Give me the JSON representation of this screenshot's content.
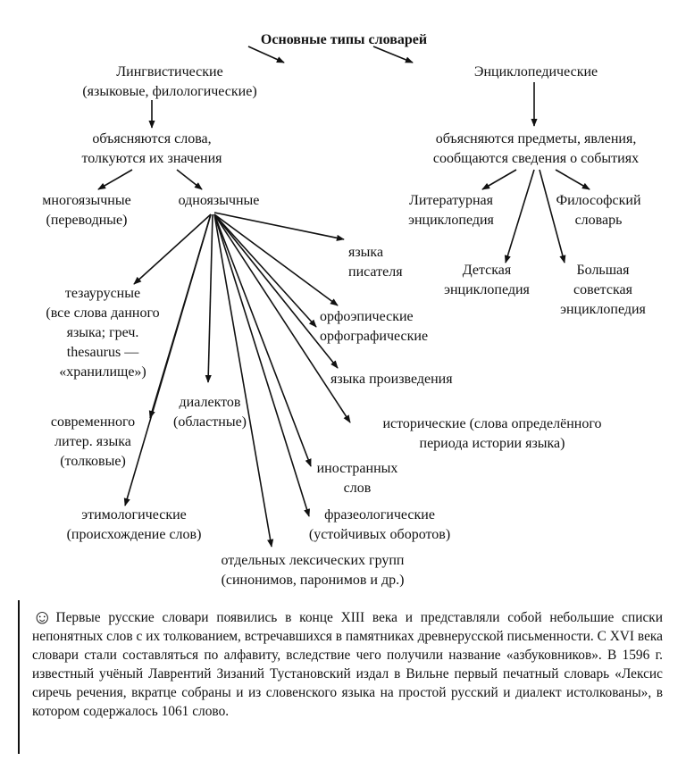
{
  "diagram": {
    "title": "Основные типы словарей",
    "linguistic": {
      "line1": "Лингвистические",
      "line2": "(языковые, филологические)"
    },
    "encyclopedic": {
      "line1": "Энциклопедические"
    },
    "words_explained": {
      "line1": "объясняются слова,",
      "line2": "толкуются их значения"
    },
    "objects_explained": {
      "line1": "объясняются предметы, явления,",
      "line2": "сообщаются сведения о событиях"
    },
    "multilingual": {
      "line1": "многоязычные",
      "line2": "(переводные)"
    },
    "monolingual": {
      "line1": "одноязычные"
    },
    "literary_enc": {
      "line1": "Литературная",
      "line2": "энциклопедия"
    },
    "philosophical": {
      "line1": "Философский",
      "line2": "словарь"
    },
    "children_enc": {
      "line1": "Детская",
      "line2": "энциклопедия"
    },
    "soviet_enc": {
      "line1": "Большая",
      "line2": "советская",
      "line3": "энциклопедия"
    },
    "writer_language": {
      "line1": "языка",
      "line2": "писателя"
    },
    "thesaurus": {
      "line1": "тезаурусные",
      "line2": "(все слова данного",
      "line3": "языка; греч.",
      "line4": "thesaurus —",
      "line5": "«хранилище»)"
    },
    "orthoepic": {
      "line1": "орфоэпические",
      "line2": "орфографические"
    },
    "work_language": {
      "line1": "языка произведения"
    },
    "dialects": {
      "line1": "диалектов",
      "line2": "(областные)"
    },
    "modern_lit": {
      "line1": "современного",
      "line2": "литер. языка",
      "line3": "(толковые)"
    },
    "historical": {
      "line1": "исторические (слова определённого",
      "line2": "периода истории языка)"
    },
    "foreign": {
      "line1": "иностранных",
      "line2": "слов"
    },
    "phraseological": {
      "line1": "фразеологические",
      "line2": "(устойчивых оборотов)"
    },
    "etymological": {
      "line1": "этимологические",
      "line2": "(происхождение слов)"
    },
    "lexical_groups": {
      "line1": "отдельных лексических групп",
      "line2": "(синонимов, паронимов и др.)"
    }
  },
  "note": {
    "icon": "smiley-icon",
    "text": "Первые русские словари появились в конце XIII века и представляли собой небольшие списки непонятных слов с их толкованием, встречавшихся в памятниках древнерусской письменности. С XVI века словари стали составляться по алфавиту, вследствие чего получили название «азбуковников». В 1596 г. известный учёный Лаврентий Зизаний Тустановский издал в Вильне первый печатный словарь «Лексис сиречь речения, вкратце собраны и из словенского языка на простой русский и диалект истолкованы», в котором содержалось 1061 слово."
  }
}
